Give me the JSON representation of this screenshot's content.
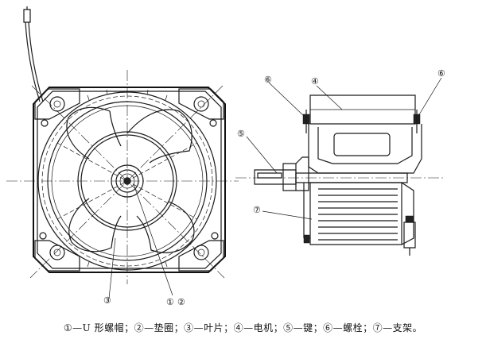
{
  "callouts": {
    "c1": "①",
    "c2": "②",
    "c3": "③",
    "c4": "④",
    "c5": "⑤",
    "c6": "⑥",
    "c7": "⑦"
  },
  "caption": "①—U 形螺帽；②—垫圈；③—叶片；④—电机；⑤—键；⑥—螺栓；⑦—支架。"
}
